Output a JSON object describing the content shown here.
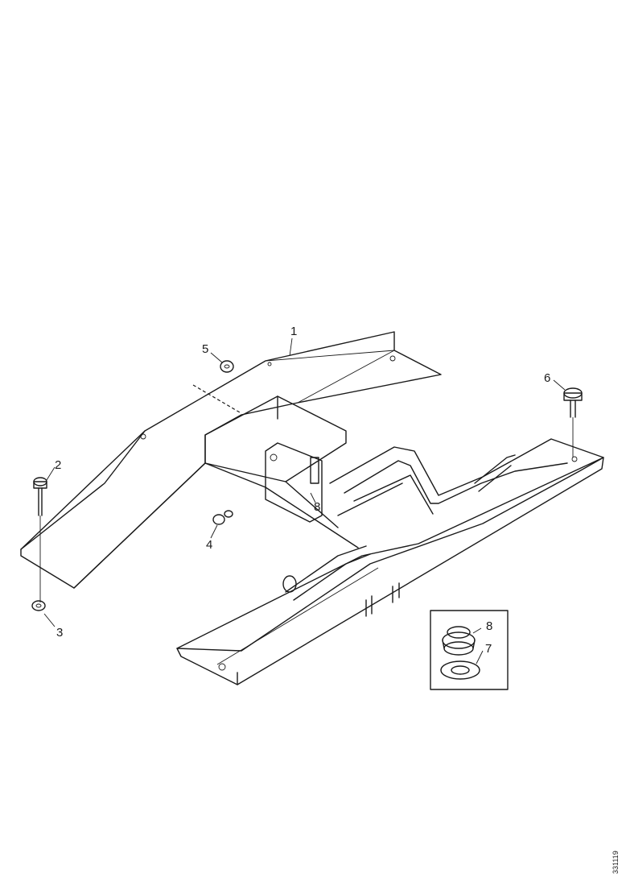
{
  "callouts": {
    "c1": "1",
    "c2": "2",
    "c3": "3",
    "c4": "4",
    "c5": "5",
    "c6": "6",
    "c7": "7",
    "c8a": "8",
    "c8b": "8"
  },
  "document_id": "331119"
}
